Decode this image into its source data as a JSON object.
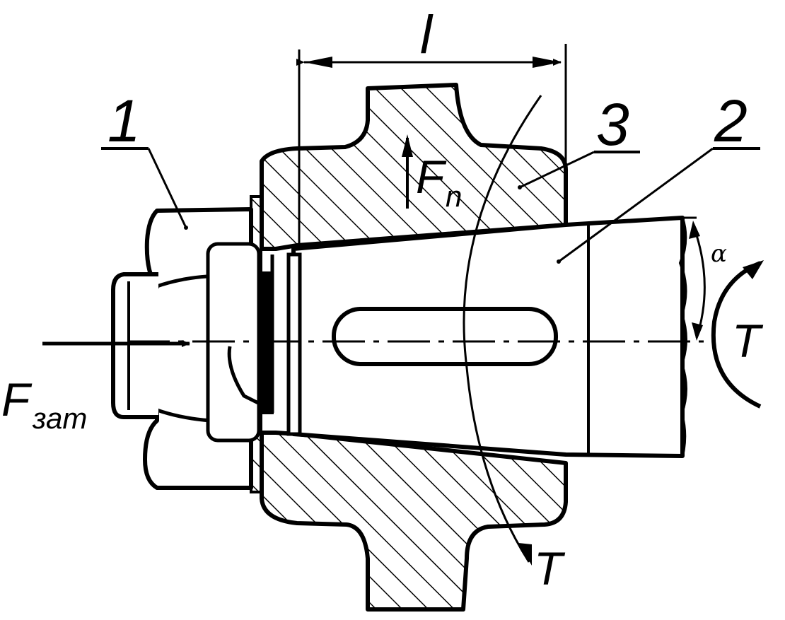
{
  "labels": {
    "length": "l",
    "part_1": "1",
    "part_2": "2",
    "part_3": "3",
    "force_n_symbol": "F",
    "force_n_subscript": "n",
    "force_clamp_symbol": "F",
    "force_clamp_subscript": "зат",
    "torque_right": "T",
    "torque_bottom": "T",
    "taper_angle": "α"
  },
  "colors": {
    "ink": "#000000",
    "paper": "#ffffff"
  }
}
